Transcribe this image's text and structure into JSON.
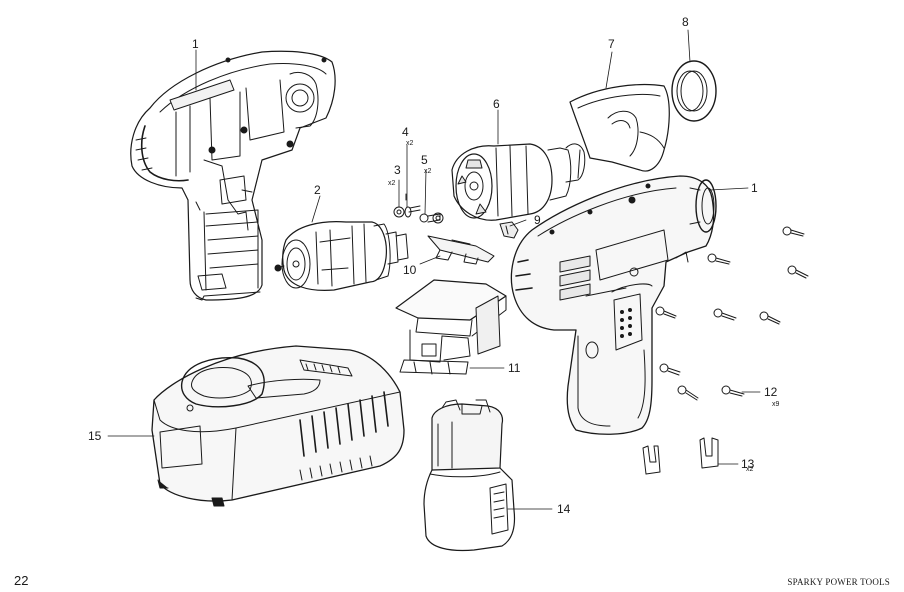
{
  "footer": {
    "page_number": "22",
    "brand": "SPARKY POWER TOOLS"
  },
  "callouts": {
    "c1_left": "1",
    "c1_right": "1",
    "c2": "2",
    "c3": "3",
    "c3_qty": "x2",
    "c4": "4",
    "c4_qty": "x2",
    "c5": "5",
    "c5_qty": "x2",
    "c6": "6",
    "c7": "7",
    "c8": "8",
    "c9": "9",
    "c10": "10",
    "c11": "11",
    "c12": "12",
    "c12_qty": "x9",
    "c13": "13",
    "c13_qty": "x2",
    "c14": "14",
    "c15": "15"
  }
}
